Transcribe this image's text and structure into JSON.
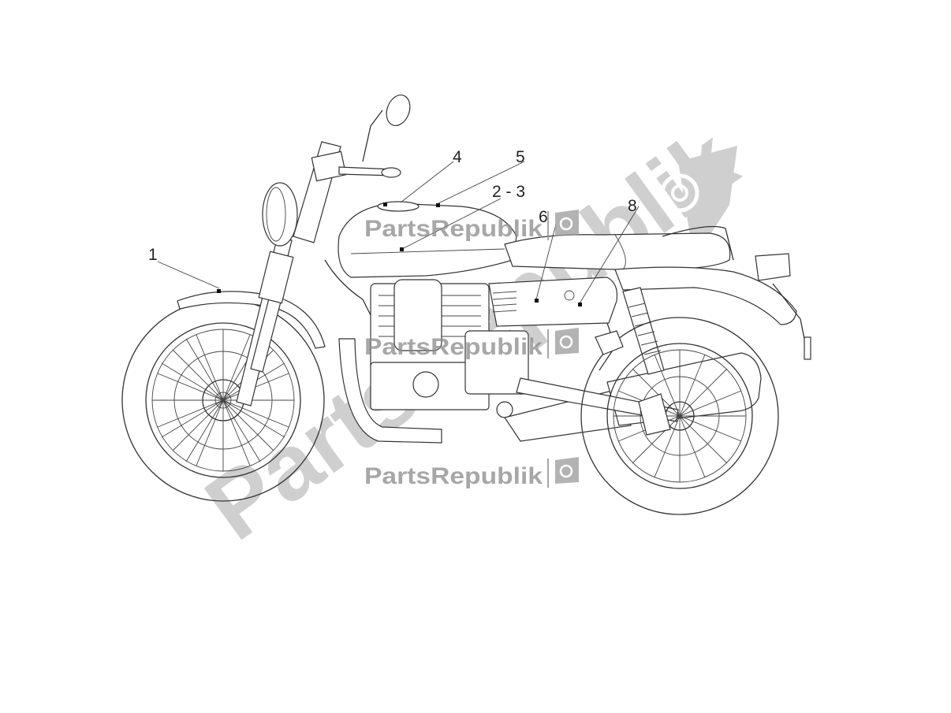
{
  "callouts": {
    "c1": "1",
    "c23": "2 - 3",
    "c4": "4",
    "c5": "5",
    "c6": "6",
    "c8": "8"
  },
  "watermark": {
    "brand": "PartsRepublik",
    "brand_diagonal": "PartsRepublik",
    "color": "#8a8a8a",
    "icon": "gear-icon"
  }
}
